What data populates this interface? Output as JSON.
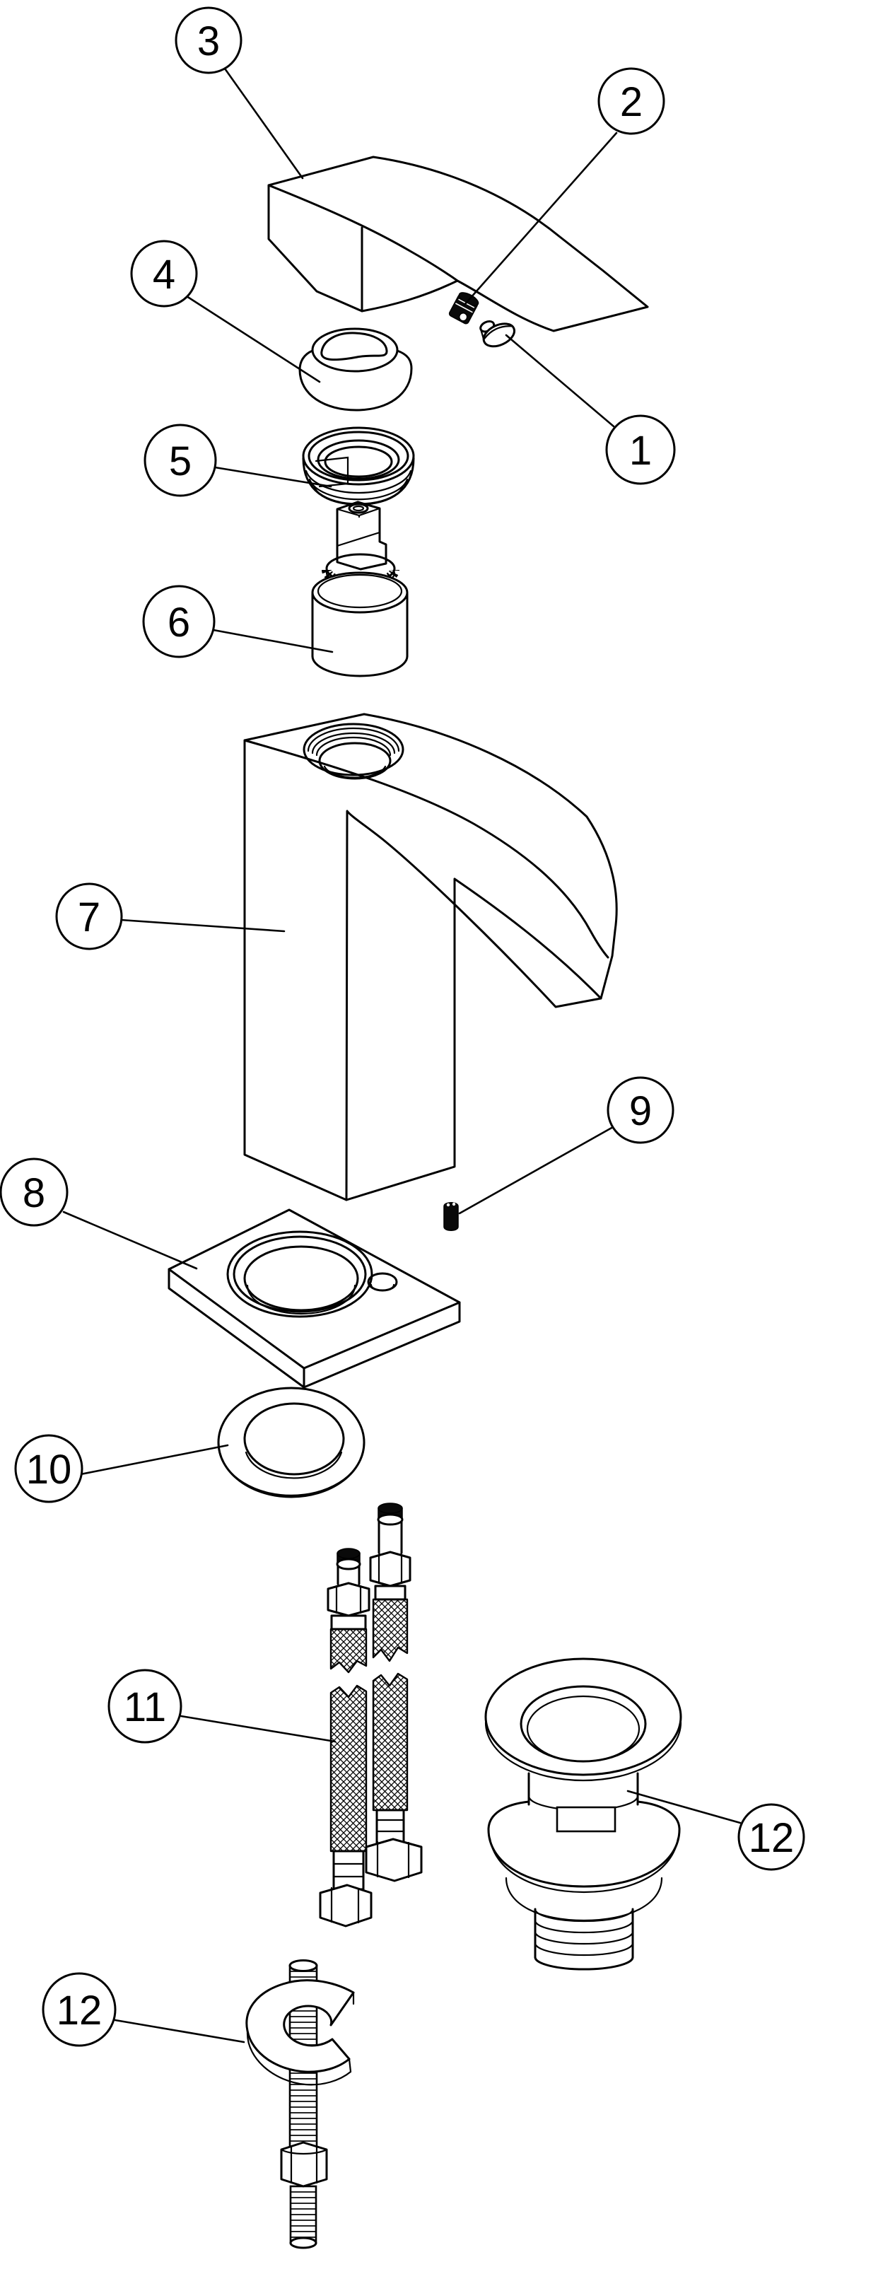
{
  "diagram": {
    "type": "exploded-parts-diagram",
    "subject": "basin-mixer-tap",
    "background_color": "#ffffff",
    "line_color": "#000000"
  },
  "callouts": [
    {
      "label": "3",
      "part": "handle-lever"
    },
    {
      "label": "2",
      "part": "handle-set-screw"
    },
    {
      "label": "4",
      "part": "handle-base-ring"
    },
    {
      "label": "1",
      "part": "cap-plug"
    },
    {
      "label": "5",
      "part": "cartridge-lock-nut"
    },
    {
      "label": "6",
      "part": "ceramic-cartridge"
    },
    {
      "label": "7",
      "part": "faucet-body"
    },
    {
      "label": "8",
      "part": "base-plate-seal"
    },
    {
      "label": "9",
      "part": "grub-screw"
    },
    {
      "label": "10",
      "part": "base-washer"
    },
    {
      "label": "11",
      "part": "flexible-hoses"
    },
    {
      "label": "12",
      "part": "basin-waste"
    },
    {
      "label": "12",
      "part": "fixing-kit"
    }
  ]
}
